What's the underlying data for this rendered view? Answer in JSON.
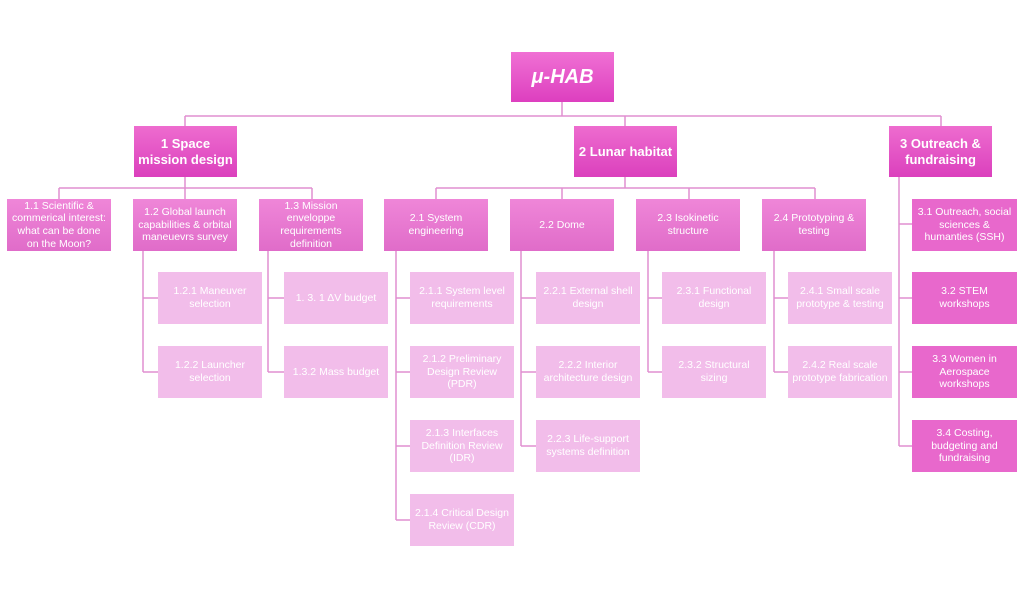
{
  "root": {
    "label": "μ-HAB"
  },
  "branches": [
    {
      "label": "1 Space mission design",
      "children": [
        {
          "label": "1.1 Scientific & commerical interest: what can be done on the Moon?",
          "children": []
        },
        {
          "label": "1.2 Global launch capabilities & orbital maneuevrs survey",
          "children": [
            {
              "label": "1.2.1 Maneuver selection"
            },
            {
              "label": "1.2.2 Launcher selection"
            }
          ]
        },
        {
          "label": "1.3 Mission enveloppe requirements definition",
          "children": [
            {
              "label": "1. 3. 1  ΔV budget"
            },
            {
              "label": "1.3.2 Mass budget"
            }
          ]
        }
      ]
    },
    {
      "label": "2 Lunar habitat",
      "children": [
        {
          "label": "2.1 System engineering",
          "children": [
            {
              "label": "2.1.1 System level requirements"
            },
            {
              "label": "2.1.2 Preliminary Design Review (PDR)"
            },
            {
              "label": "2.1.3 Interfaces Definition Review (IDR)"
            },
            {
              "label": "2.1.4 Critical Design Review (CDR)"
            }
          ]
        },
        {
          "label": "2.2 Dome",
          "children": [
            {
              "label": "2.2.1 External shell design"
            },
            {
              "label": "2.2.2 Interior architecture design"
            },
            {
              "label": "2.2.3 Life-support systems definition"
            }
          ]
        },
        {
          "label": "2.3 Isokinetic structure",
          "children": [
            {
              "label": "2.3.1 Functional design"
            },
            {
              "label": "2.3.2 Structural sizing"
            }
          ]
        },
        {
          "label": "2.4 Prototyping & testing",
          "children": [
            {
              "label": "2.4.1 Small scale prototype & testing"
            },
            {
              "label": "2.4.2 Real scale prototype fabrication"
            }
          ]
        }
      ]
    },
    {
      "label": "3 Outreach & fundraising",
      "children": [
        {
          "label": "3.1 Outreach, social sciences & humanties (SSH)"
        },
        {
          "label": "3.2 STEM workshops"
        },
        {
          "label": "3.3 Women in Aerospace workshops"
        },
        {
          "label": "3.4 Costing, budgeting and fundraising"
        }
      ]
    }
  ],
  "colors": {
    "root": "#e34fc6",
    "level1": "#e34fc6",
    "level2": "#e577cf",
    "level3": "#f2bdea",
    "level3_outreach": "#e868cc",
    "connector": "#e08fd0"
  }
}
